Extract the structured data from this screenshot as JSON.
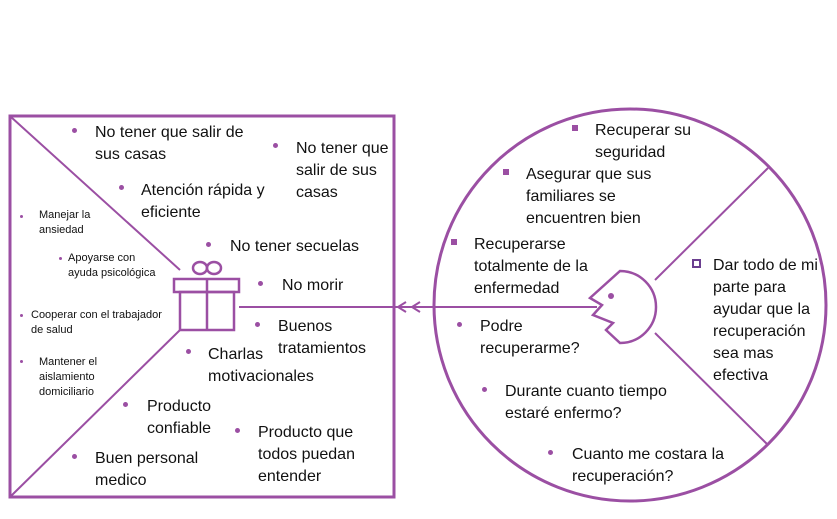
{
  "colors": {
    "accent": "#9b4fa3",
    "frame": "#9b4fa3",
    "text": "#111111"
  },
  "icons": {
    "gift": "gift-icon",
    "face": "face-icon",
    "arrow": "arrow-left-icon"
  },
  "product_box": {
    "gains": {
      "g1": "No tener que salir de sus casas",
      "g2": "No tener que salir de sus casas",
      "g3": "Atención rápida y eficiente",
      "g4": "No tener secuelas",
      "g5": "No morir",
      "g6": "Buenos tratamientos"
    },
    "relievers": {
      "r1": "Manejar la ansiedad",
      "r2": "Apoyarse con ayuda psicológica",
      "r3": "Cooperar con el trabajador de salud",
      "r4": "Mantener el aislamiento domiciliario"
    },
    "products": {
      "p1": "Charlas motivacionales",
      "p2": "Producto confiable",
      "p3": "Producto que todos puedan entender",
      "p4": "Buen personal medico"
    }
  },
  "customer_circle": {
    "gains": {
      "c1": "Recuperar su seguridad",
      "c2": "Asegurar que sus familiares se encuentren bien",
      "c3": "Recuperarse totalmente de la enfermedad"
    },
    "job": {
      "j1": "Dar todo de mi parte para ayudar que la recuperación sea mas efectiva"
    },
    "pains": {
      "p1": "Podre recuperarme?",
      "p2": "Durante cuanto tiempo estaré enfermo?",
      "p3": "Cuanto me costara la recuperación?"
    }
  }
}
